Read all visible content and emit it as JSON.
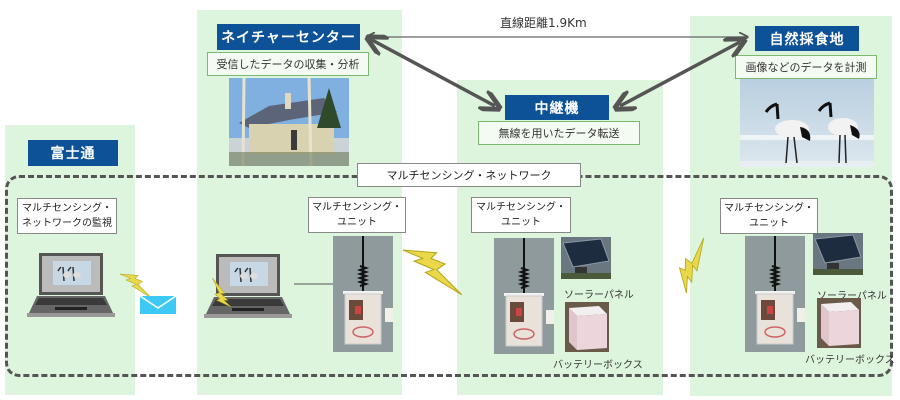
{
  "distance_label": "直線距離1.9Km",
  "network_label": "マルチセンシング・ネットワーク",
  "nodes": {
    "fujitsu": {
      "title": "富士通",
      "task_line1": "マルチセンシング・",
      "task_line2": "ネットワークの監視"
    },
    "nature_center": {
      "title": "ネイチャーセンター",
      "description": "受信したデータの収集・分析",
      "unit_line1": "マルチセンシング・",
      "unit_line2": "ユニット"
    },
    "relay": {
      "title": "中継機",
      "description": "無線を用いたデータ転送",
      "unit_line1": "マルチセンシング・",
      "unit_line2": "ユニット",
      "solar_label": "ソーラーパネル",
      "battery_label": "バッテリーボックス"
    },
    "feeding_site": {
      "title": "自然採食地",
      "description": "画像などのデータを計測",
      "unit_line1": "マルチセンシング・",
      "unit_line2": "ユニット",
      "solar_label": "ソーラーパネル",
      "battery_label": "バッテリーボックス"
    }
  },
  "colors": {
    "panel": "#dcf5dc",
    "title_box": "#0d5196",
    "desc_border": "#7cb86f",
    "arrow": "#555555",
    "lightning": "#e8d84a",
    "mail": "#3ec8f5"
  }
}
